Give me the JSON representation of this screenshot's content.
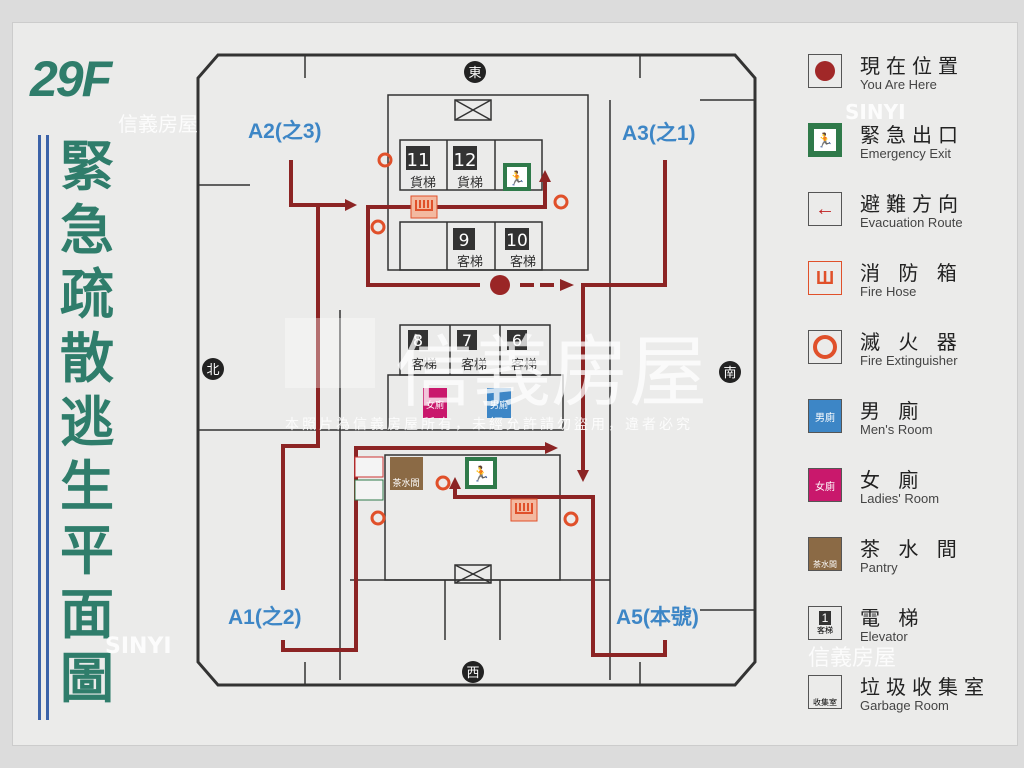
{
  "floor": "29F",
  "title": "緊急疏散逃生平面圖",
  "plan": {
    "compass": {
      "east": "東",
      "west": "西",
      "north": "北",
      "south": "南"
    },
    "exits": {
      "a2": "A2(之3)",
      "a3": "A3(之1)",
      "a1": "A1(之2)",
      "a5": "A5(本號)"
    },
    "elevators": [
      {
        "num": "11",
        "type": "貨梯"
      },
      {
        "num": "12",
        "type": "貨梯"
      },
      {
        "num": "9",
        "type": "客梯"
      },
      {
        "num": "10",
        "type": "客梯"
      },
      {
        "num": "8",
        "type": "客梯"
      },
      {
        "num": "7",
        "type": "客梯"
      },
      {
        "num": "6",
        "type": "客梯"
      }
    ],
    "pantry_label": "茶水間",
    "ladies_label": "女廁",
    "mens_label": "男廁"
  },
  "legend": [
    {
      "icon": "you-are-here-icon",
      "zh": "現在位置",
      "en": "You Are Here"
    },
    {
      "icon": "emergency-exit-icon",
      "zh": "緊急出口",
      "en": "Emergency Exit"
    },
    {
      "icon": "evacuation-route-icon",
      "zh": "避難方向",
      "en": "Evacuation Route"
    },
    {
      "icon": "fire-hose-icon",
      "zh": "消 防 箱",
      "en": "Fire Hose"
    },
    {
      "icon": "fire-extinguisher-icon",
      "zh": "滅 火 器",
      "en": "Fire Extinguisher"
    },
    {
      "icon": "mens-room-icon",
      "zh": "男 廁",
      "en": "Men's Room",
      "badge": "男廁"
    },
    {
      "icon": "ladies-room-icon",
      "zh": "女 廁",
      "en": "Ladies' Room",
      "badge": "女廁"
    },
    {
      "icon": "pantry-icon",
      "zh": "茶 水 間",
      "en": "Pantry",
      "badge": "茶水間"
    },
    {
      "icon": "elevator-icon",
      "zh": "電 梯",
      "en": "Elevator",
      "num": "1",
      "badge": "客梯"
    },
    {
      "icon": "garbage-room-icon",
      "zh": "垃圾收集室",
      "en": "Garbage Room",
      "badge": "收集室"
    }
  ],
  "watermarks": {
    "sinyi": "SINYI",
    "brand": "信義房屋",
    "notice": "本照片為信義房屋所有，未經允許請勿盜用，違者必究"
  },
  "colors": {
    "route": "#8c2424",
    "title": "#2f7d6b",
    "label": "#3d86c6",
    "exit": "#2f7a4a",
    "fire": "#e0502a"
  }
}
